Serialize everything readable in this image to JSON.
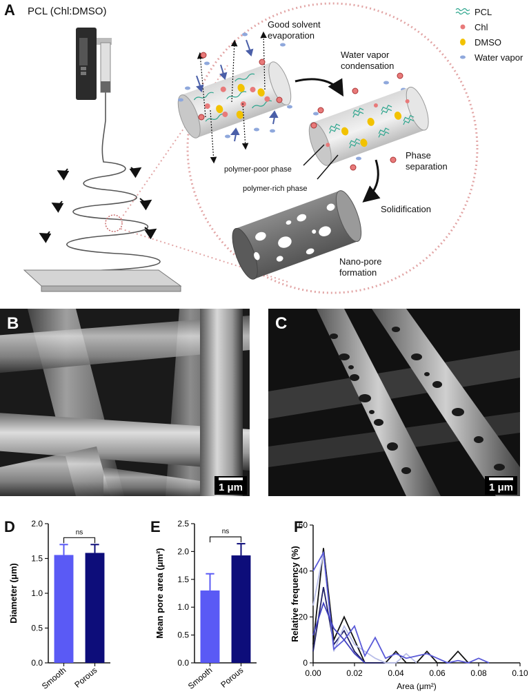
{
  "panelA": {
    "letter": "A",
    "title": "PCL (Chl:DMSO)",
    "legend": [
      {
        "label": "PCL",
        "icon": "pcl-wave-icon",
        "color": "#2ca58d"
      },
      {
        "label": "Chl",
        "icon": "chl-dot-icon",
        "color": "#e87a7a"
      },
      {
        "label": "DMSO",
        "icon": "dmso-dot-icon",
        "color": "#f2c200"
      },
      {
        "label": "Water vapor",
        "icon": "water-vapor-dot-icon",
        "color": "#8fa8dc"
      }
    ],
    "labels": {
      "good_solvent_1": "Good solvent",
      "good_solvent_2": "evaporation",
      "water_vapor_1": "Water vapor",
      "water_vapor_2": "condensation",
      "polymer_poor": "polymer-poor phase",
      "polymer_rich": "polymer-rich phase",
      "phase_sep_1": "Phase",
      "phase_sep_2": "separation",
      "solidification": "Solidification",
      "nanopore_1": "Nano-pore",
      "nanopore_2": "formation"
    }
  },
  "panelB": {
    "letter": "B",
    "scalebar": "1 μm"
  },
  "panelC": {
    "letter": "C",
    "scalebar": "1 μm"
  },
  "panelD": {
    "letter": "D",
    "significance": "ns"
  },
  "panelE": {
    "letter": "E",
    "significance": "ns"
  },
  "panelF": {
    "letter": "F"
  },
  "chart_data": [
    {
      "type": "bar",
      "panel": "D",
      "categories": [
        "Smooth",
        "Porous"
      ],
      "values": [
        1.55,
        1.58
      ],
      "errors": [
        0.15,
        0.12
      ],
      "colors": [
        "#5a5af5",
        "#0d0d7a"
      ],
      "ylabel": "Diameter (μm)",
      "ylim": [
        0,
        2.0
      ],
      "yticks": [
        "0.0",
        "0.5",
        "1.0",
        "1.5",
        "2.0"
      ],
      "annotation": "ns"
    },
    {
      "type": "bar",
      "panel": "E",
      "categories": [
        "Smooth",
        "Porous"
      ],
      "values": [
        1.3,
        1.93
      ],
      "errors": [
        0.3,
        0.21
      ],
      "colors": [
        "#5a5af5",
        "#0d0d7a"
      ],
      "ylabel": "Mean pore area (μm²)",
      "ylim": [
        0,
        2.5
      ],
      "yticks": [
        "0.0",
        "0.5",
        "1.0",
        "1.5",
        "2.0",
        "2.5"
      ],
      "annotation": "ns"
    },
    {
      "type": "line",
      "panel": "F",
      "xlabel": "Area (μm²)",
      "ylabel": "Relative frequency (%)",
      "xlim": [
        0,
        0.1
      ],
      "ylim": [
        0,
        60
      ],
      "xticks": [
        "0.00",
        "0.02",
        "0.04",
        "0.06",
        "0.08",
        "0.10"
      ],
      "yticks": [
        "0",
        "20",
        "40",
        "60"
      ],
      "series": [
        {
          "color": "#111111",
          "x": [
            0,
            0.005,
            0.01,
            0.015,
            0.02,
            0.025,
            0.03,
            0.035,
            0.04,
            0.045,
            0.05,
            0.055,
            0.06,
            0.065,
            0.07,
            0.075
          ],
          "y": [
            8,
            50,
            10,
            20,
            10,
            0,
            0,
            0,
            5,
            0,
            0,
            5,
            0,
            0,
            5,
            0
          ]
        },
        {
          "color": "#222266",
          "x": [
            0,
            0.005,
            0.01,
            0.015,
            0.02,
            0.025,
            0.03,
            0.035
          ],
          "y": [
            5,
            33,
            8,
            14,
            5,
            0,
            0,
            0
          ]
        },
        {
          "color": "#b8bde8",
          "x": [
            0,
            0.005,
            0.01,
            0.015,
            0.02,
            0.025,
            0.03,
            0.035,
            0.04,
            0.045,
            0.05
          ],
          "y": [
            25,
            48,
            5,
            16,
            8,
            5,
            2,
            0,
            0,
            4,
            0
          ]
        },
        {
          "color": "#5a5ad8",
          "x": [
            0,
            0.005,
            0.01,
            0.015,
            0.02,
            0.025,
            0.03,
            0.035,
            0.04,
            0.045,
            0.05,
            0.055,
            0.06,
            0.065,
            0.07,
            0.075,
            0.08,
            0.085
          ],
          "y": [
            40,
            48,
            6,
            10,
            16,
            3,
            11,
            2,
            4,
            2,
            3,
            4,
            2,
            0,
            1,
            0,
            2,
            0
          ]
        },
        {
          "color": "#4040c0",
          "x": [
            0,
            0.005,
            0.01,
            0.015,
            0.02,
            0.025
          ],
          "y": [
            12,
            26,
            15,
            10,
            4,
            0
          ]
        }
      ]
    }
  ]
}
